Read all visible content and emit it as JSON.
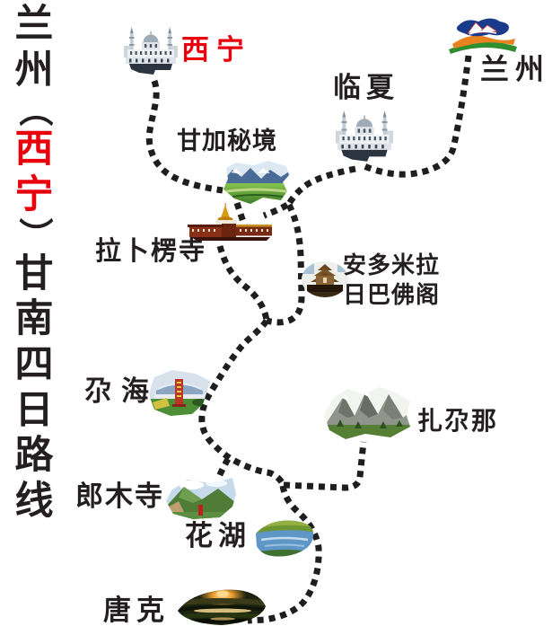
{
  "page": {
    "background": "#ffffff"
  },
  "colors": {
    "red": "#e8000d",
    "text": "#231f20",
    "route_dots": "#1e1e1e"
  },
  "title": {
    "full": "兰州（西宁）甘南四日路线",
    "chars": [
      {
        "c": "兰"
      },
      {
        "c": "州"
      },
      {
        "c": "（",
        "rotate": true
      },
      {
        "c": "西",
        "red": true
      },
      {
        "c": "宁",
        "red": true
      },
      {
        "c": "）",
        "rotate": true
      },
      {
        "c": "甘"
      },
      {
        "c": "南"
      },
      {
        "c": "四"
      },
      {
        "c": "日"
      },
      {
        "c": "路"
      },
      {
        "c": "线"
      }
    ]
  },
  "locations": {
    "xining": {
      "label": "西宁",
      "icon": "mosque-icon"
    },
    "lanzhou": {
      "label": "兰州",
      "icon": "mountain-logo-icon"
    },
    "linxia": {
      "label": "临夏",
      "icon": "mosque-icon"
    },
    "ganjia": {
      "label": "甘加秘境",
      "icon": "grassland-photo"
    },
    "labrang": {
      "label": "拉卜楞寺",
      "icon": "monastery-photo"
    },
    "anduomilariba": {
      "label_line1": "安多米拉",
      "label_line2": "日巴佛阁",
      "icon": "pavilion-photo"
    },
    "gahai": {
      "label": "尕海",
      "icon": "lake-monument-photo"
    },
    "zhagana": {
      "label": "扎尕那",
      "icon": "rocky-peaks-photo"
    },
    "langmusi": {
      "label": "郎木寺",
      "icon": "hill-temple-photo"
    },
    "huahu": {
      "label": "花湖",
      "icon": "lake-photo"
    },
    "tangke": {
      "label": "唐克",
      "icon": "sunset-river-photo"
    }
  }
}
